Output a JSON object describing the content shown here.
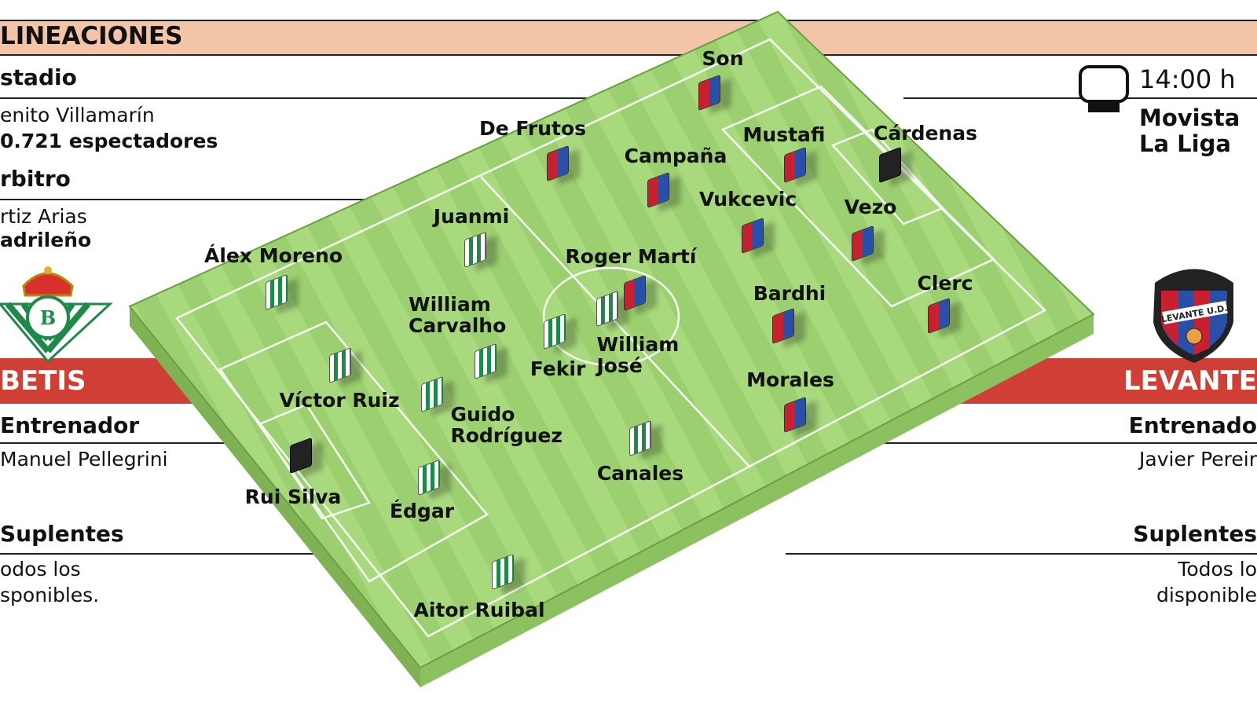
{
  "header": {
    "title": "LINEACIONES",
    "band_color": "#f2c4a8"
  },
  "left": {
    "stadium_label": "stadio",
    "stadium_name": "enito Villamarín",
    "attendance": "0.721 espectadores",
    "referee_label": "rbitro",
    "referee_name": "rtiz Arias",
    "referee_origin": "adrileño",
    "team": "BETIS",
    "coach_label": "Entrenador",
    "coach": "Manuel Pellegrini",
    "subs_label": "Suplentes",
    "subs_line1": "odos los",
    "subs_line2": "sponibles."
  },
  "right": {
    "time": "14:00 h",
    "tv_line1": "Movista",
    "tv_line2": "La Liga",
    "team": "LEVANTE",
    "crest_text": "LEVANTE U.D.",
    "coach_label": "Entrenado",
    "coach": "Javier Pereir",
    "subs_label": "Suplentes",
    "subs_line1": "Todos lo",
    "subs_line2": "disponible"
  },
  "team_band_color": "#cf3f36",
  "colors": {
    "pitch": "#a6d77a",
    "betis": "#1e8a4a",
    "levante_red": "#c8202e",
    "levante_blue": "#2a4fa8"
  },
  "betis_players": [
    "Álex Moreno",
    "Juanmi",
    "William Carvalho",
    "Fekir",
    "William José",
    "Víctor Ruiz",
    "Guido Rodríguez",
    "Rui Silva",
    "Édgar",
    "Aitor Ruibal",
    "Canales"
  ],
  "levante_players": [
    "Son",
    "De Frutos",
    "Campaña",
    "Mustafi",
    "Cárdenas",
    "Vukcevic",
    "Vezo",
    "Roger Martí",
    "Bardhi",
    "Clerc",
    "Morales"
  ]
}
